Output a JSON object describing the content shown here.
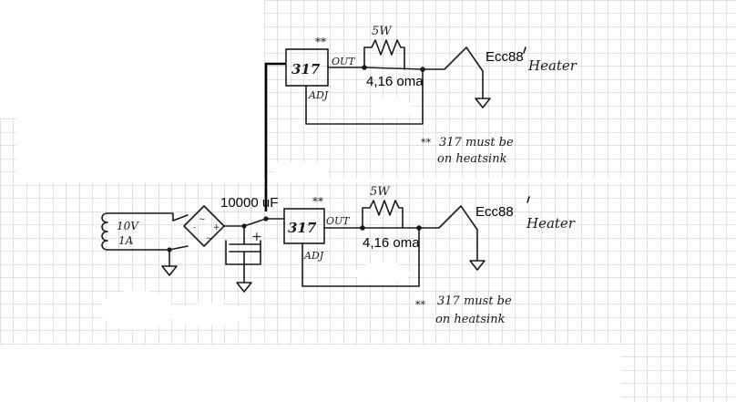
{
  "colors": {
    "grid": "#c4c4c4",
    "ink": "#1a1a1a",
    "paper": "#ffffff",
    "typed_label": "#000000"
  },
  "top_circuit": {
    "regulator_label": "317",
    "out_label": "OUT",
    "adj_label": "ADJ",
    "heatsink_marker": "**",
    "power_label": "5W",
    "resistance_label": "4,16 oma",
    "tube_label": "Ecc88",
    "heater_label": "Heater",
    "note_line1": "317 must be",
    "note_line2": "on heatsink",
    "note_marker": "**"
  },
  "bottom_circuit": {
    "transformer_line1": "10V",
    "transformer_line2": "1A",
    "capacitor_label": "10000 uF",
    "capacitor_plus": "+",
    "regulator_label": "317",
    "out_label": "OUT",
    "adj_label": "ADJ",
    "heatsink_marker": "**",
    "power_label": "5W",
    "resistance_label": "4,16 oma",
    "tube_label": "Ecc88",
    "heater_label": "Heater",
    "note_line1": "317 must be",
    "note_line2": "on heatsink",
    "note_marker": "**"
  }
}
